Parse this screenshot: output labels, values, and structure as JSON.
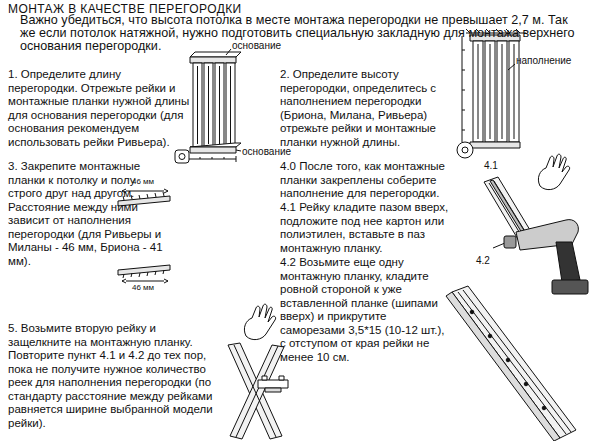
{
  "diagram": {
    "title": "МОНТАЖ В КАЧЕСТВЕ ПЕРЕГОРОДКИ",
    "labels": [
      "Важно убедиться, что высота потолка в месте монтажа перегородки не превышает 2,7 м. Так же если потолок натяжной, нужно подготовить специальную закладную для монтажа верхнего основания перегородки.",
      "1. Определите длину перегородки. Отрежьте рейки и монтажные планки нужной длины для основания перегородки (для основания рекомендуем использовать рейки Ривьера).",
      "основание",
      "основание",
      "2. Определите высоту перегородки, определитесь с наполнением перегородки (Бриона, Милана, Ривьера) отрежьте рейки и монтажные планки нужной длины.",
      "наполнение",
      "3. Закрепите монтажные планки к потолку и полу строго друг над другом. Расстояние между ними зависит от наполнения перегородки (для Ривьеры и Миланы - 46 мм, Бриона - 41 мм).",
      "46 мм",
      "46 мм",
      "4.0 После того, как монтажные планки закреплены соберите наполнение для перегородки.",
      "4.1 Рейку кладите пазом вверх, подложите под нее картон или полиэтилен, вставьте в паз монтажную планку.",
      "4.2 Возьмите еще одну монтажную планку, кладите ровной стороной к уже вставленной планке (шипами вверх) и прикрутите саморезами 3,5*15 (10-12 шт.), с отступом от края рейки не менее 10 см.",
      "4.1",
      "4.2",
      "5. Возьмите вторую рейку и защелкните на монтажную планку. Повторите пункт 4.1 и 4.2 до тех пор, пока не получите нужное количество реек для наполнения перегородки (по стандарту расстояние между рейками равняется ширине выбранной модели рейки)."
    ]
  }
}
